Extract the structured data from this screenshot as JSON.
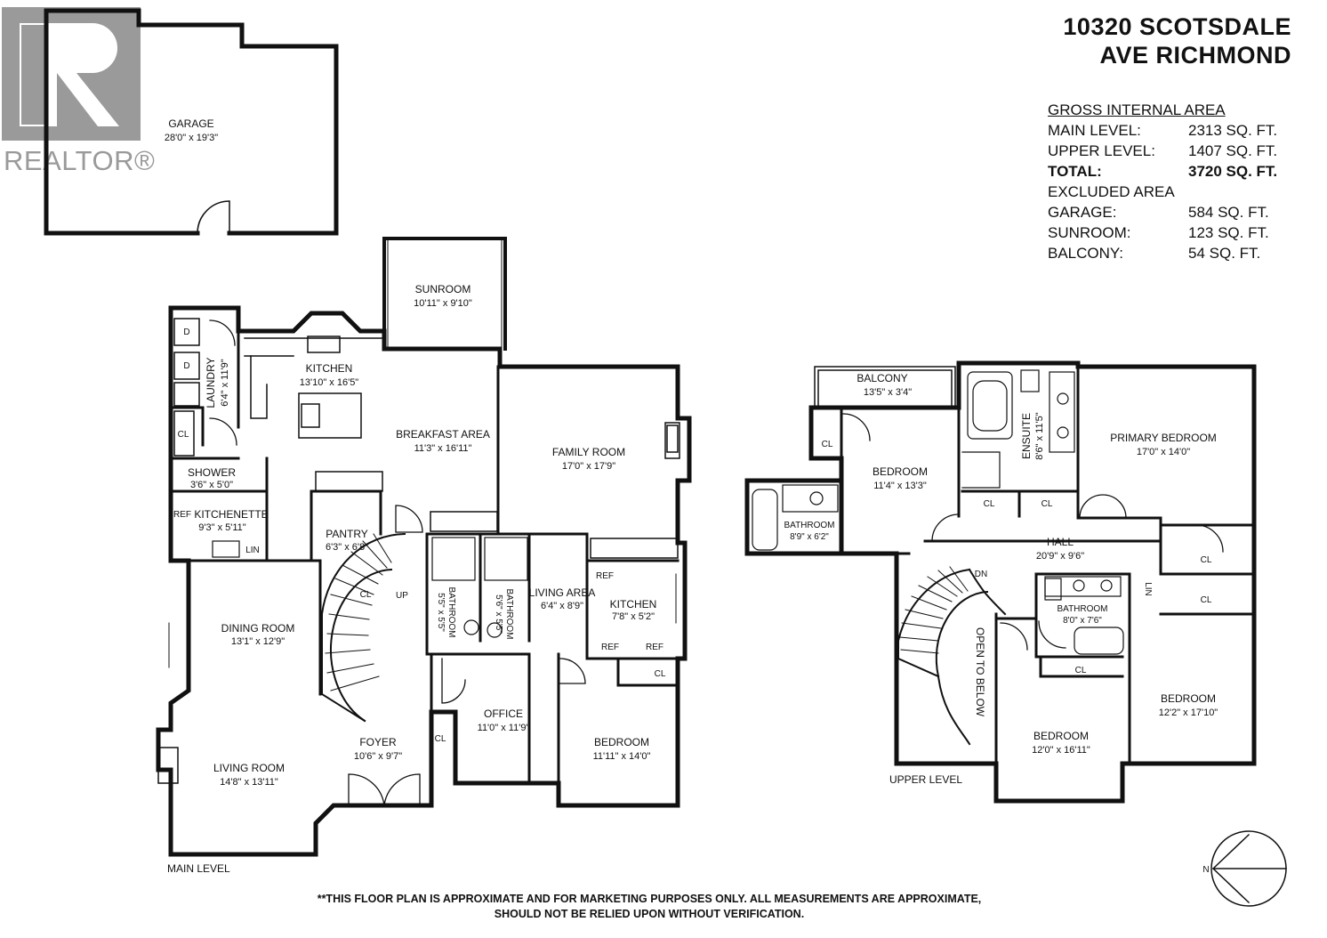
{
  "header": {
    "address_line1": "10320 SCOTSDALE",
    "address_line2": "AVE RICHMOND"
  },
  "areas": {
    "gross_title": "GROSS INTERNAL AREA",
    "main_label": "MAIN LEVEL:",
    "main_value": "2313 SQ. FT.",
    "upper_label": "UPPER LEVEL:",
    "upper_value": "1407 SQ. FT.",
    "total_label": "TOTAL:",
    "total_value": "3720 SQ. FT.",
    "excluded_title": "EXCLUDED AREA",
    "garage_label": "GARAGE:",
    "garage_value": "584 SQ. FT.",
    "sunroom_label": "SUNROOM:",
    "sunroom_value": "123 SQ. FT.",
    "balcony_label": "BALCONY:",
    "balcony_value": "54 SQ. FT."
  },
  "watermark": {
    "logo_text": "REALTOR®",
    "color": "#9a9a9a"
  },
  "main_level": {
    "label": "MAIN LEVEL",
    "rooms": {
      "garage": {
        "name": "GARAGE",
        "dim": "28'0\" x 19'3\""
      },
      "sunroom": {
        "name": "SUNROOM",
        "dim": "10'11\" x 9'10\""
      },
      "kitchen": {
        "name": "KITCHEN",
        "dim": "13'10\" x 16'5\""
      },
      "laundry": {
        "name": "LAUNDRY",
        "dim": "6'4\" x 11'9\""
      },
      "breakfast": {
        "name": "BREAKFAST AREA",
        "dim": "11'3\" x 16'11\""
      },
      "family": {
        "name": "FAMILY ROOM",
        "dim": "17'0\" x 17'9\""
      },
      "shower": {
        "name": "SHOWER",
        "dim": "3'6\" x 5'0\""
      },
      "kitchenette": {
        "name": "KITCHENETTE",
        "dim": "9'3\" x 5'11\""
      },
      "pantry": {
        "name": "PANTRY",
        "dim": "6'3\" x 6'8\""
      },
      "living_area": {
        "name": "LIVING AREA",
        "dim": "6'4\" x 8'9\""
      },
      "kitchen2": {
        "name": "KITCHEN",
        "dim": "7'8\" x 5'2\""
      },
      "bath_a": {
        "name": "BATHROOM",
        "dim": "5'5\" x 5'5\""
      },
      "bath_b": {
        "name": "BATHROOM",
        "dim": "5'6\" x 5'5\""
      },
      "dining": {
        "name": "DINING ROOM",
        "dim": "13'1\" x 12'9\""
      },
      "living": {
        "name": "LIVING ROOM",
        "dim": "14'8\" x 13'11\""
      },
      "foyer": {
        "name": "FOYER",
        "dim": "10'6\" x 9'7\""
      },
      "office": {
        "name": "OFFICE",
        "dim": "11'0\" x 11'9\""
      },
      "bedroom": {
        "name": "BEDROOM",
        "dim": "11'11\" x 14'0\""
      }
    },
    "tags": {
      "cl": "CL",
      "lin": "LIN",
      "ref": "REF",
      "up": "UP",
      "d": "D"
    }
  },
  "upper_level": {
    "label": "UPPER LEVEL",
    "rooms": {
      "balcony": {
        "name": "BALCONY",
        "dim": "13'5\" x 3'4\""
      },
      "bedroom1": {
        "name": "BEDROOM",
        "dim": "11'4\" x 13'3\""
      },
      "bathroom1": {
        "name": "BATHROOM",
        "dim": "8'9\" x 6'2\""
      },
      "ensuite": {
        "name": "ENSUITE",
        "dim": "8'6\" x 11'5\""
      },
      "primary": {
        "name": "PRIMARY BEDROOM",
        "dim": "17'0\" x 14'0\""
      },
      "hall": {
        "name": "HALL",
        "dim": "20'9\" x 9'6\""
      },
      "bathroom2": {
        "name": "BATHROOM",
        "dim": "8'0\" x 7'6\""
      },
      "bedroom2": {
        "name": "BEDROOM",
        "dim": "12'0\" x 16'11\""
      },
      "bedroom3": {
        "name": "BEDROOM",
        "dim": "12'2\" x 17'10\""
      }
    },
    "tags": {
      "cl": "CL",
      "lin": "LIN",
      "dn": "DN",
      "open": "OPEN TO BELOW"
    }
  },
  "compass": {
    "label": "N"
  },
  "disclaimer": {
    "line1": "**THIS FLOOR PLAN IS APPROXIMATE AND FOR MARKETING PURPOSES ONLY. ALL MEASUREMENTS ARE APPROXIMATE,",
    "line2": "SHOULD NOT BE RELIED UPON WITHOUT VERIFICATION."
  }
}
